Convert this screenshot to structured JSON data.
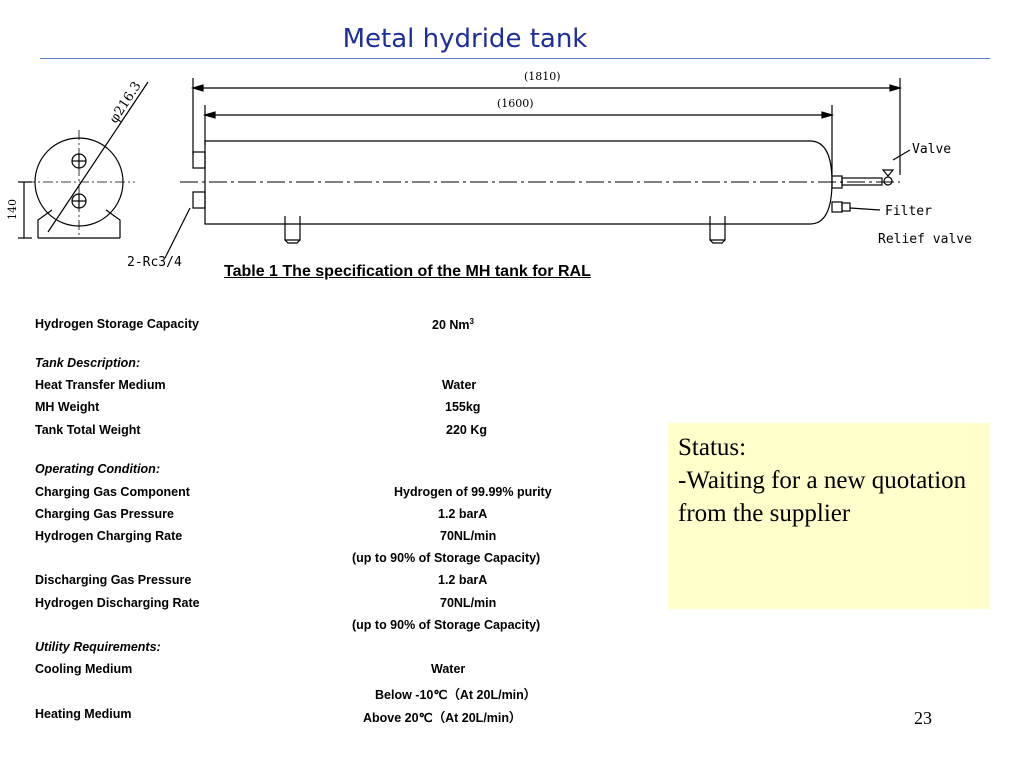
{
  "title": "Metal hydride tank",
  "drawing": {
    "diameter": "φ216.3",
    "height": "140",
    "overall_length": "(1810)",
    "body_length": "(1600)",
    "port_label": "2-Rc3/4",
    "valve_label": "Valve",
    "filter_label": "Filter",
    "relief_label": "Relief valve"
  },
  "table": {
    "caption": "Table 1    The specification of the MH tank for RAL",
    "rows": [
      {
        "label": "Hydrogen Storage Capacity",
        "value": "20 Nm",
        "sup": "3"
      },
      {
        "label": "Tank Description:",
        "value": ""
      },
      {
        "label": "Heat Transfer Medium",
        "value": "Water"
      },
      {
        "label": "MH Weight",
        "value": "155kg"
      },
      {
        "label": "Tank Total Weight",
        "value": "220 Kg"
      },
      {
        "label": "Operating Condition:",
        "value": ""
      },
      {
        "label": "Charging Gas Component",
        "value": "Hydrogen of 99.99% purity"
      },
      {
        "label": "Charging Gas Pressure",
        "value": "1.2 barA"
      },
      {
        "label": "Hydrogen Charging Rate",
        "value": "70NL/min"
      },
      {
        "label": "",
        "value": "(up to 90% of Storage Capacity)"
      },
      {
        "label": "Discharging Gas Pressure",
        "value": "1.2 barA"
      },
      {
        "label": "Hydrogen Discharging Rate",
        "value": "70NL/min"
      },
      {
        "label": "",
        "value": "(up to 90% of Storage Capacity)"
      },
      {
        "label": "Utility Requirements:",
        "value": ""
      },
      {
        "label": "Cooling Medium",
        "value": "Water"
      },
      {
        "label": "",
        "value": "Below -10℃（At 20L/min）"
      },
      {
        "label": "Heating Medium",
        "value": "Above 20℃（At 20L/min）"
      }
    ]
  },
  "status": {
    "heading": "Status:",
    "text": "-Waiting for a new quotation from the supplier"
  },
  "page_number": "23",
  "colors": {
    "title": "#1f2d9a",
    "rule": "#5b7fd1",
    "status_bg": "#ffffcc"
  }
}
